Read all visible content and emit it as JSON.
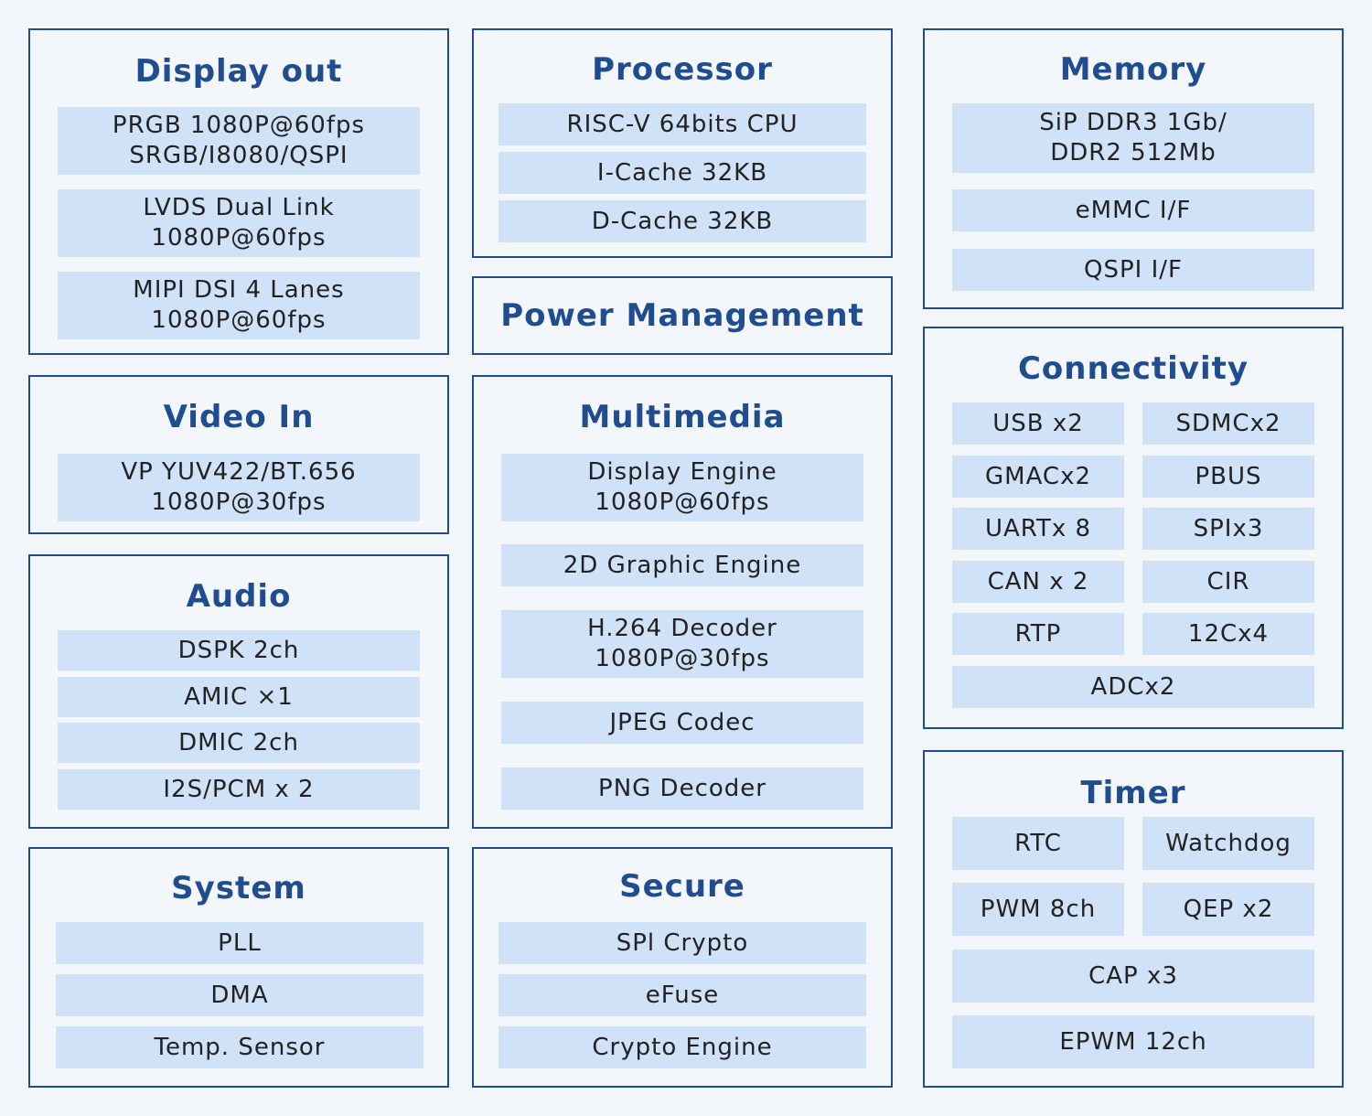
{
  "panels": {
    "display_out": {
      "title": "Display out",
      "items": [
        "PRGB 1080P@60fps\nSRGB/I8080/QSPI",
        "LVDS Dual Link\n1080P@60fps",
        "MIPI DSI 4 Lanes\n1080P@60fps"
      ]
    },
    "processor": {
      "title": "Processor",
      "items": [
        "RISC-V 64bits CPU",
        "I-Cache 32KB",
        "D-Cache 32KB"
      ]
    },
    "memory": {
      "title": "Memory",
      "items": [
        "SiP DDR3 1Gb/\nDDR2 512Mb",
        "eMMC I/F",
        "QSPI I/F"
      ]
    },
    "power": {
      "title": "Power Management"
    },
    "video_in": {
      "title": "Video In",
      "items": [
        "VP YUV422/BT.656\n1080P@30fps"
      ]
    },
    "multimedia": {
      "title": "Multimedia",
      "items": [
        "Display Engine\n1080P@60fps",
        "2D Graphic Engine",
        "H.264 Decoder\n1080P@30fps",
        "JPEG Codec",
        "PNG Decoder"
      ]
    },
    "connectivity": {
      "title": "Connectivity",
      "items": [
        "USB x2",
        "SDMCx2",
        "GMACx2",
        "PBUS",
        "UARTx 8",
        "SPIx3",
        "CAN x 2",
        "CIR",
        "RTP",
        "12Cx4",
        "ADCx2"
      ]
    },
    "audio": {
      "title": "Audio",
      "items": [
        "DSPK 2ch",
        "AMIC ×1",
        "DMIC 2ch",
        "I2S/PCM x 2"
      ]
    },
    "timer": {
      "title": "Timer",
      "items": [
        "RTC",
        "Watchdog",
        "PWM 8ch",
        "QEP x2",
        "CAP x3",
        "EPWM 12ch"
      ]
    },
    "system": {
      "title": "System",
      "items": [
        "PLL",
        "DMA",
        "Temp. Sensor"
      ]
    },
    "secure": {
      "title": "Secure",
      "items": [
        "SPl Crypto",
        "eFuse",
        "Crypto Engine"
      ]
    }
  },
  "colors": {
    "border": "#1f4d8f",
    "title": "#1f4d8f",
    "cell_fill": "#cfe2f7",
    "background": "#f3f7fc"
  }
}
